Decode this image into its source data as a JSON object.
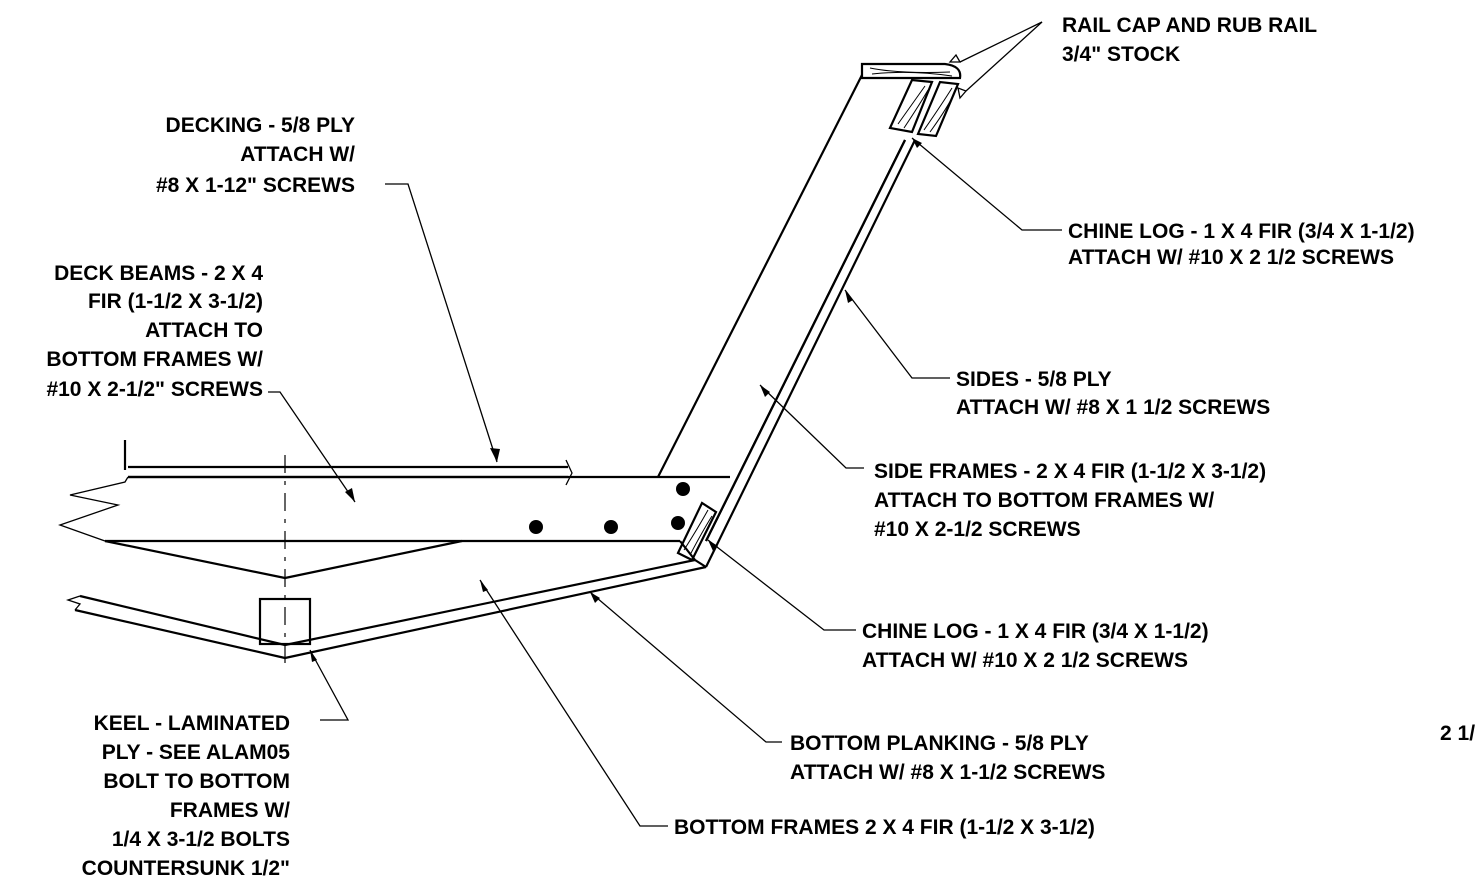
{
  "labels": {
    "rail_cap": [
      "RAIL CAP AND RUB RAIL",
      "3/4\" STOCK"
    ],
    "decking": [
      "DECKING - 5/8 PLY",
      "ATTACH W/",
      "#8 X 1-12\" SCREWS"
    ],
    "chine_log_top": [
      "CHINE LOG - 1 X 4 FIR (3/4 X 1-1/2)",
      "ATTACH W/ #10 X 2 1/2 SCREWS"
    ],
    "deck_beams": [
      "DECK BEAMS - 2 X 4",
      "FIR (1-1/2 X 3-1/2)",
      "ATTACH TO",
      "BOTTOM FRAMES W/",
      "#10 X 2-1/2\" SCREWS"
    ],
    "sides": [
      "SIDES - 5/8 PLY",
      "ATTACH W/ #8 X 1 1/2 SCREWS"
    ],
    "side_frames": [
      "SIDE FRAMES - 2 X 4 FIR (1-1/2 X 3-1/2)",
      "ATTACH TO BOTTOM FRAMES W/",
      "#10 X 2-1/2 SCREWS"
    ],
    "chine_log_bottom": [
      "CHINE LOG - 1 X 4 FIR (3/4 X 1-1/2)",
      "ATTACH W/ #10 X 2 1/2 SCREWS"
    ],
    "keel": [
      "KEEL -  LAMINATED",
      "PLY - SEE ALAM05",
      "BOLT TO BOTTOM",
      "FRAMES W/",
      "1/4 X 3-1/2 BOLTS",
      "COUNTERSUNK 1/2\""
    ],
    "bottom_planking": [
      "BOTTOM PLANKING - 5/8 PLY",
      "ATTACH W/ #8 X 1-1/2 SCREWS"
    ],
    "bottom_frames": [
      "BOTTOM FRAMES 2 X 4 FIR (1-1/2 X 3-1/2)"
    ],
    "scale_fragment": [
      "2 1/"
    ]
  }
}
